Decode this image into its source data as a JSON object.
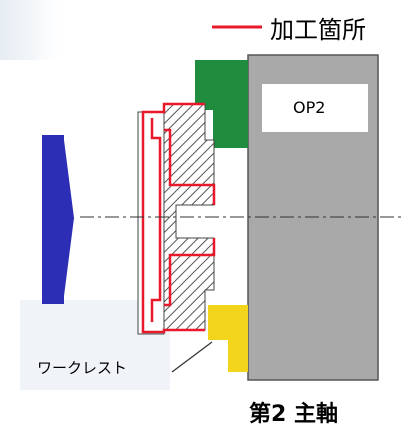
{
  "legend": {
    "label": "加工箇所",
    "line_color": "#e8192b"
  },
  "spindle_block": {
    "op_label": "OP2"
  },
  "work_rest": {
    "label": "ワークレスト"
  },
  "spindle": {
    "label": "第2  主軸"
  },
  "colors": {
    "arrow": "#2c2fb6",
    "spindle_gray": "#a9a9a9",
    "green_block": "#1f8c3e",
    "yellow_block": "#f2d41a",
    "machining_outline": "#e8192b",
    "workpiece_hatch": "#555555"
  }
}
